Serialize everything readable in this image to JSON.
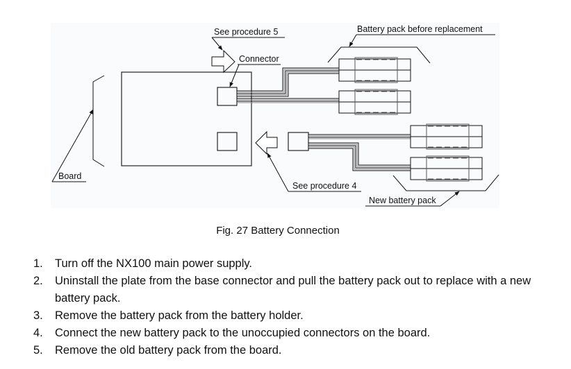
{
  "diagram": {
    "labels": {
      "see_procedure_5": "See procedure 5",
      "connector": "Connector",
      "battery_before": "Battery pack before replacement",
      "board": "Board",
      "see_procedure_4": "See procedure 4",
      "new_battery": "New battery pack"
    },
    "colors": {
      "background": "#fafbfd",
      "line": "#1a1a1a",
      "wire_gray": "#8a8a8a"
    }
  },
  "caption": "Fig. 27  Battery Connection",
  "steps": [
    {
      "num": "1.",
      "text": "Turn off the NX100 main power supply."
    },
    {
      "num": "2.",
      "text": "Uninstall the plate from the base connector and pull the battery pack out to replace with a new battery pack."
    },
    {
      "num": "3.",
      "text": "Remove the battery pack from the battery holder."
    },
    {
      "num": "4.",
      "text": "Connect the new battery pack to the unoccupied connectors on the board."
    },
    {
      "num": "5.",
      "text": "Remove the old battery pack from the board."
    }
  ]
}
